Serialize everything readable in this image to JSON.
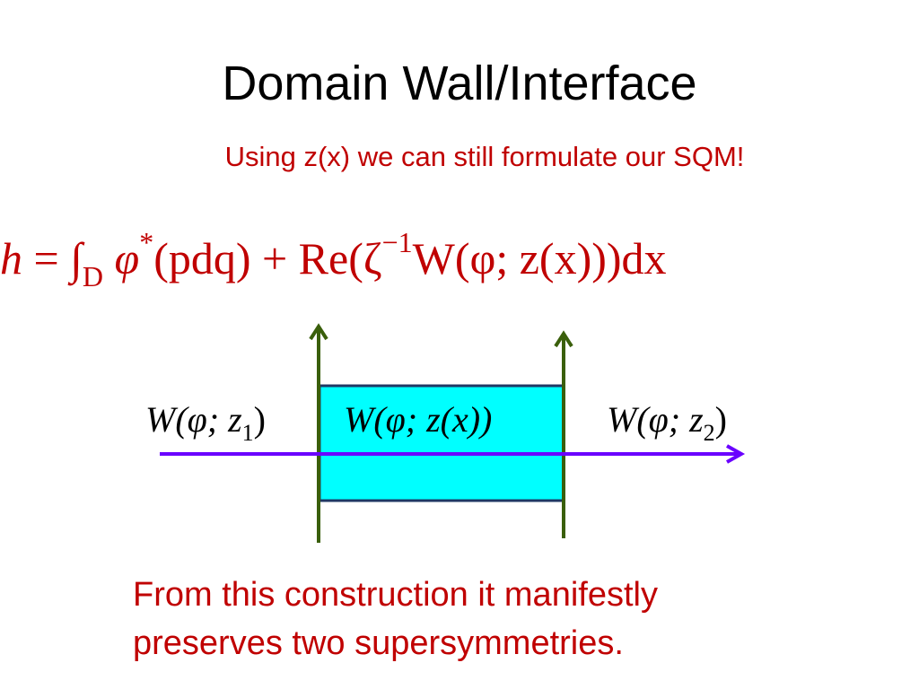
{
  "slide": {
    "title": "Domain Wall/Interface",
    "subtitle": "Using z(x) we can still formulate our SQM!",
    "conclusion_line1": "From this construction it manifestly",
    "conclusion_line2": "preserves two supersymmetries."
  },
  "formula": {
    "lhs": "h",
    "eq": " = ",
    "integral": "∫",
    "domain": "D",
    "phi_star": " φ",
    "star": "*",
    "pdq": "(pdq) + Re(ζ",
    "inv": "−1",
    "W_part": "W(φ; z(x)))dx"
  },
  "diagram": {
    "label_left_main": "W(φ; z",
    "label_left_sub": "1",
    "label_left_close": ")",
    "label_center": "W(φ; z(x))",
    "label_right_main": "W(φ; z",
    "label_right_sub": "2",
    "label_right_close": ")"
  },
  "colors": {
    "red": "#c00000",
    "cyan_fill": "#00ffff",
    "box_border": "#1f3864",
    "green_arrow": "#3a5f0b",
    "purple_arrow": "#6a00ff"
  }
}
